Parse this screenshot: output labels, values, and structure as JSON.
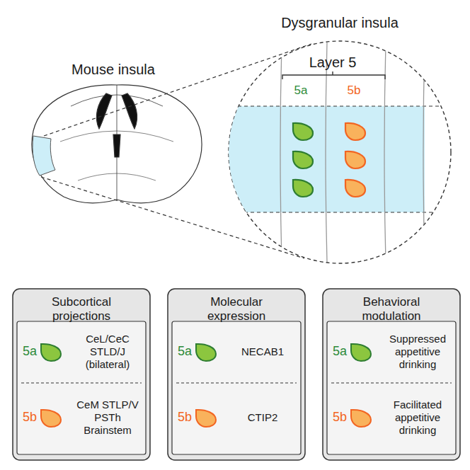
{
  "diagram": {
    "nodes": [
      {
        "text": [
          "Dysgranular insula",
          "Layer 5",
          "5a",
          "5b"
        ]
      },
      {
        "text": [
          "Subcortical projections",
          "5a",
          "CeL/CeC STLD/J (bilateral)",
          "5b",
          "CeM STLP/V PSTh Brainstem"
        ]
      },
      {
        "text": [
          "Molecular expression",
          "5a",
          "NECAB1",
          "5b",
          "CTIP2"
        ]
      },
      {
        "text": [
          "Behavioral modulation",
          "5a",
          "Suppressed appetitive drinking",
          "5b",
          "Facilitated appetitive drinking"
        ]
      }
    ],
    "labels": [
      "Mouse insula"
    ]
  }
}
